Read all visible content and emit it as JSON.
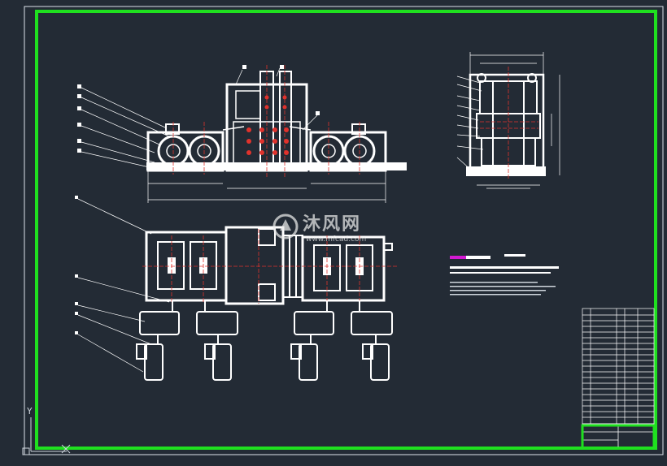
{
  "watermark": {
    "text_cn": "沐风网",
    "url": "www.mfcad.com"
  },
  "axis": {
    "y_label": "Y"
  },
  "colors": {
    "background": "#232b35",
    "frame_green": "#1fe01f",
    "line_white": "#ffffff",
    "centerline_red": "#e0322c",
    "highlight_magenta": "#d21ad2"
  }
}
